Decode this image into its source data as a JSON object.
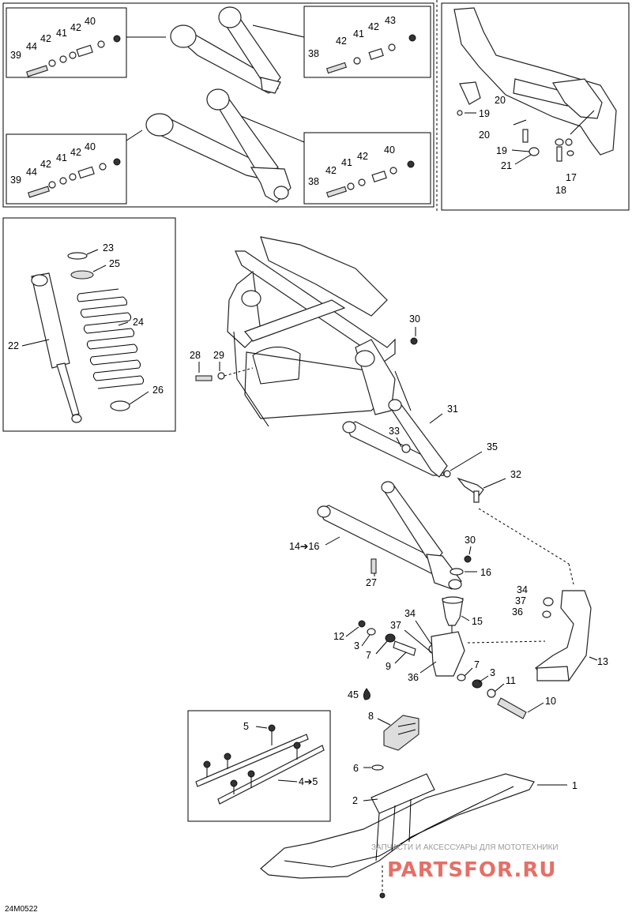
{
  "diagram": {
    "id": "24M0522",
    "labels": {
      "p1": "1",
      "p2": "2",
      "p3a": "3",
      "p3b": "3",
      "p4_5": "4➔5",
      "p5": "5",
      "p6": "6",
      "p7a": "7",
      "p7b": "7",
      "p8": "8",
      "p9": "9",
      "p10": "10",
      "p11": "11",
      "p12": "12",
      "p13": "13",
      "p14_16": "14➔16",
      "p15": "15",
      "p16": "16",
      "p17": "17",
      "p18": "18",
      "p19a": "19",
      "p19b": "19",
      "p20a": "20",
      "p20b": "20",
      "p21": "21",
      "p22": "22",
      "p23": "23",
      "p24": "24",
      "p25": "25",
      "p26": "26",
      "p27": "27",
      "p28": "28",
      "p29": "29",
      "p30a": "30",
      "p30b": "30",
      "p31": "31",
      "p32": "32",
      "p33": "33",
      "p34a": "34",
      "p34b": "34",
      "p35": "35",
      "p36a": "36",
      "p36b": "36",
      "p37a": "37",
      "p37b": "37",
      "p45": "45"
    },
    "detail_top_left": {
      "labels": [
        "39",
        "44",
        "42",
        "41",
        "42",
        "40"
      ]
    },
    "detail_top_mid": {
      "labels": [
        "38",
        "42",
        "41",
        "42",
        "43"
      ]
    },
    "detail_bot_left": {
      "labels": [
        "39",
        "44",
        "42",
        "41",
        "42",
        "40"
      ]
    },
    "detail_bot_mid": {
      "labels": [
        "38",
        "42",
        "41",
        "42",
        "40"
      ]
    }
  },
  "watermark": {
    "brand": "PARTSFOR.RU",
    "tagline": "ЗАПЧАСТИ И АКСЕССУАРЫ ДЛЯ МОТОТЕХНИКИ"
  }
}
